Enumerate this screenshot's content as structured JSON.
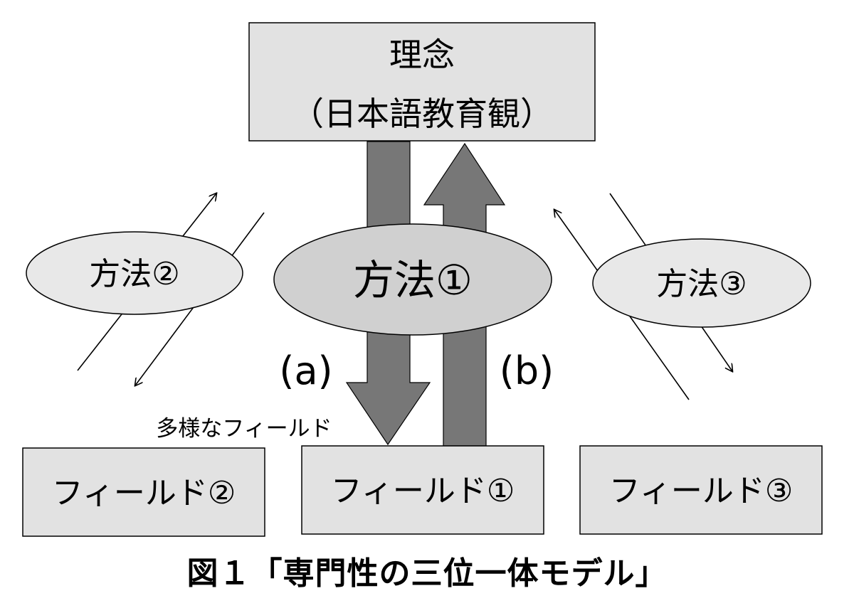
{
  "ideal_box": {
    "line1": "理念",
    "line2": "（日本語教育観）"
  },
  "methods": {
    "method1": "方法①",
    "method2": "方法②",
    "method3": "方法③"
  },
  "fields": {
    "field1": "フィールド①",
    "field2": "フィールド②",
    "field3": "フィールド③",
    "various_fields_label": "多様なフィールド"
  },
  "arrows": {
    "a_label": "(a)",
    "b_label": "(b)"
  },
  "caption": "図１「専門性の三位一体モデル」",
  "colors": {
    "box_fill": "#e2e2e2",
    "method1_fill": "#d0d0d0",
    "side_ellipse_fill": "#e8e8e8",
    "arrow_fill": "#777777",
    "stroke": "#000000"
  }
}
